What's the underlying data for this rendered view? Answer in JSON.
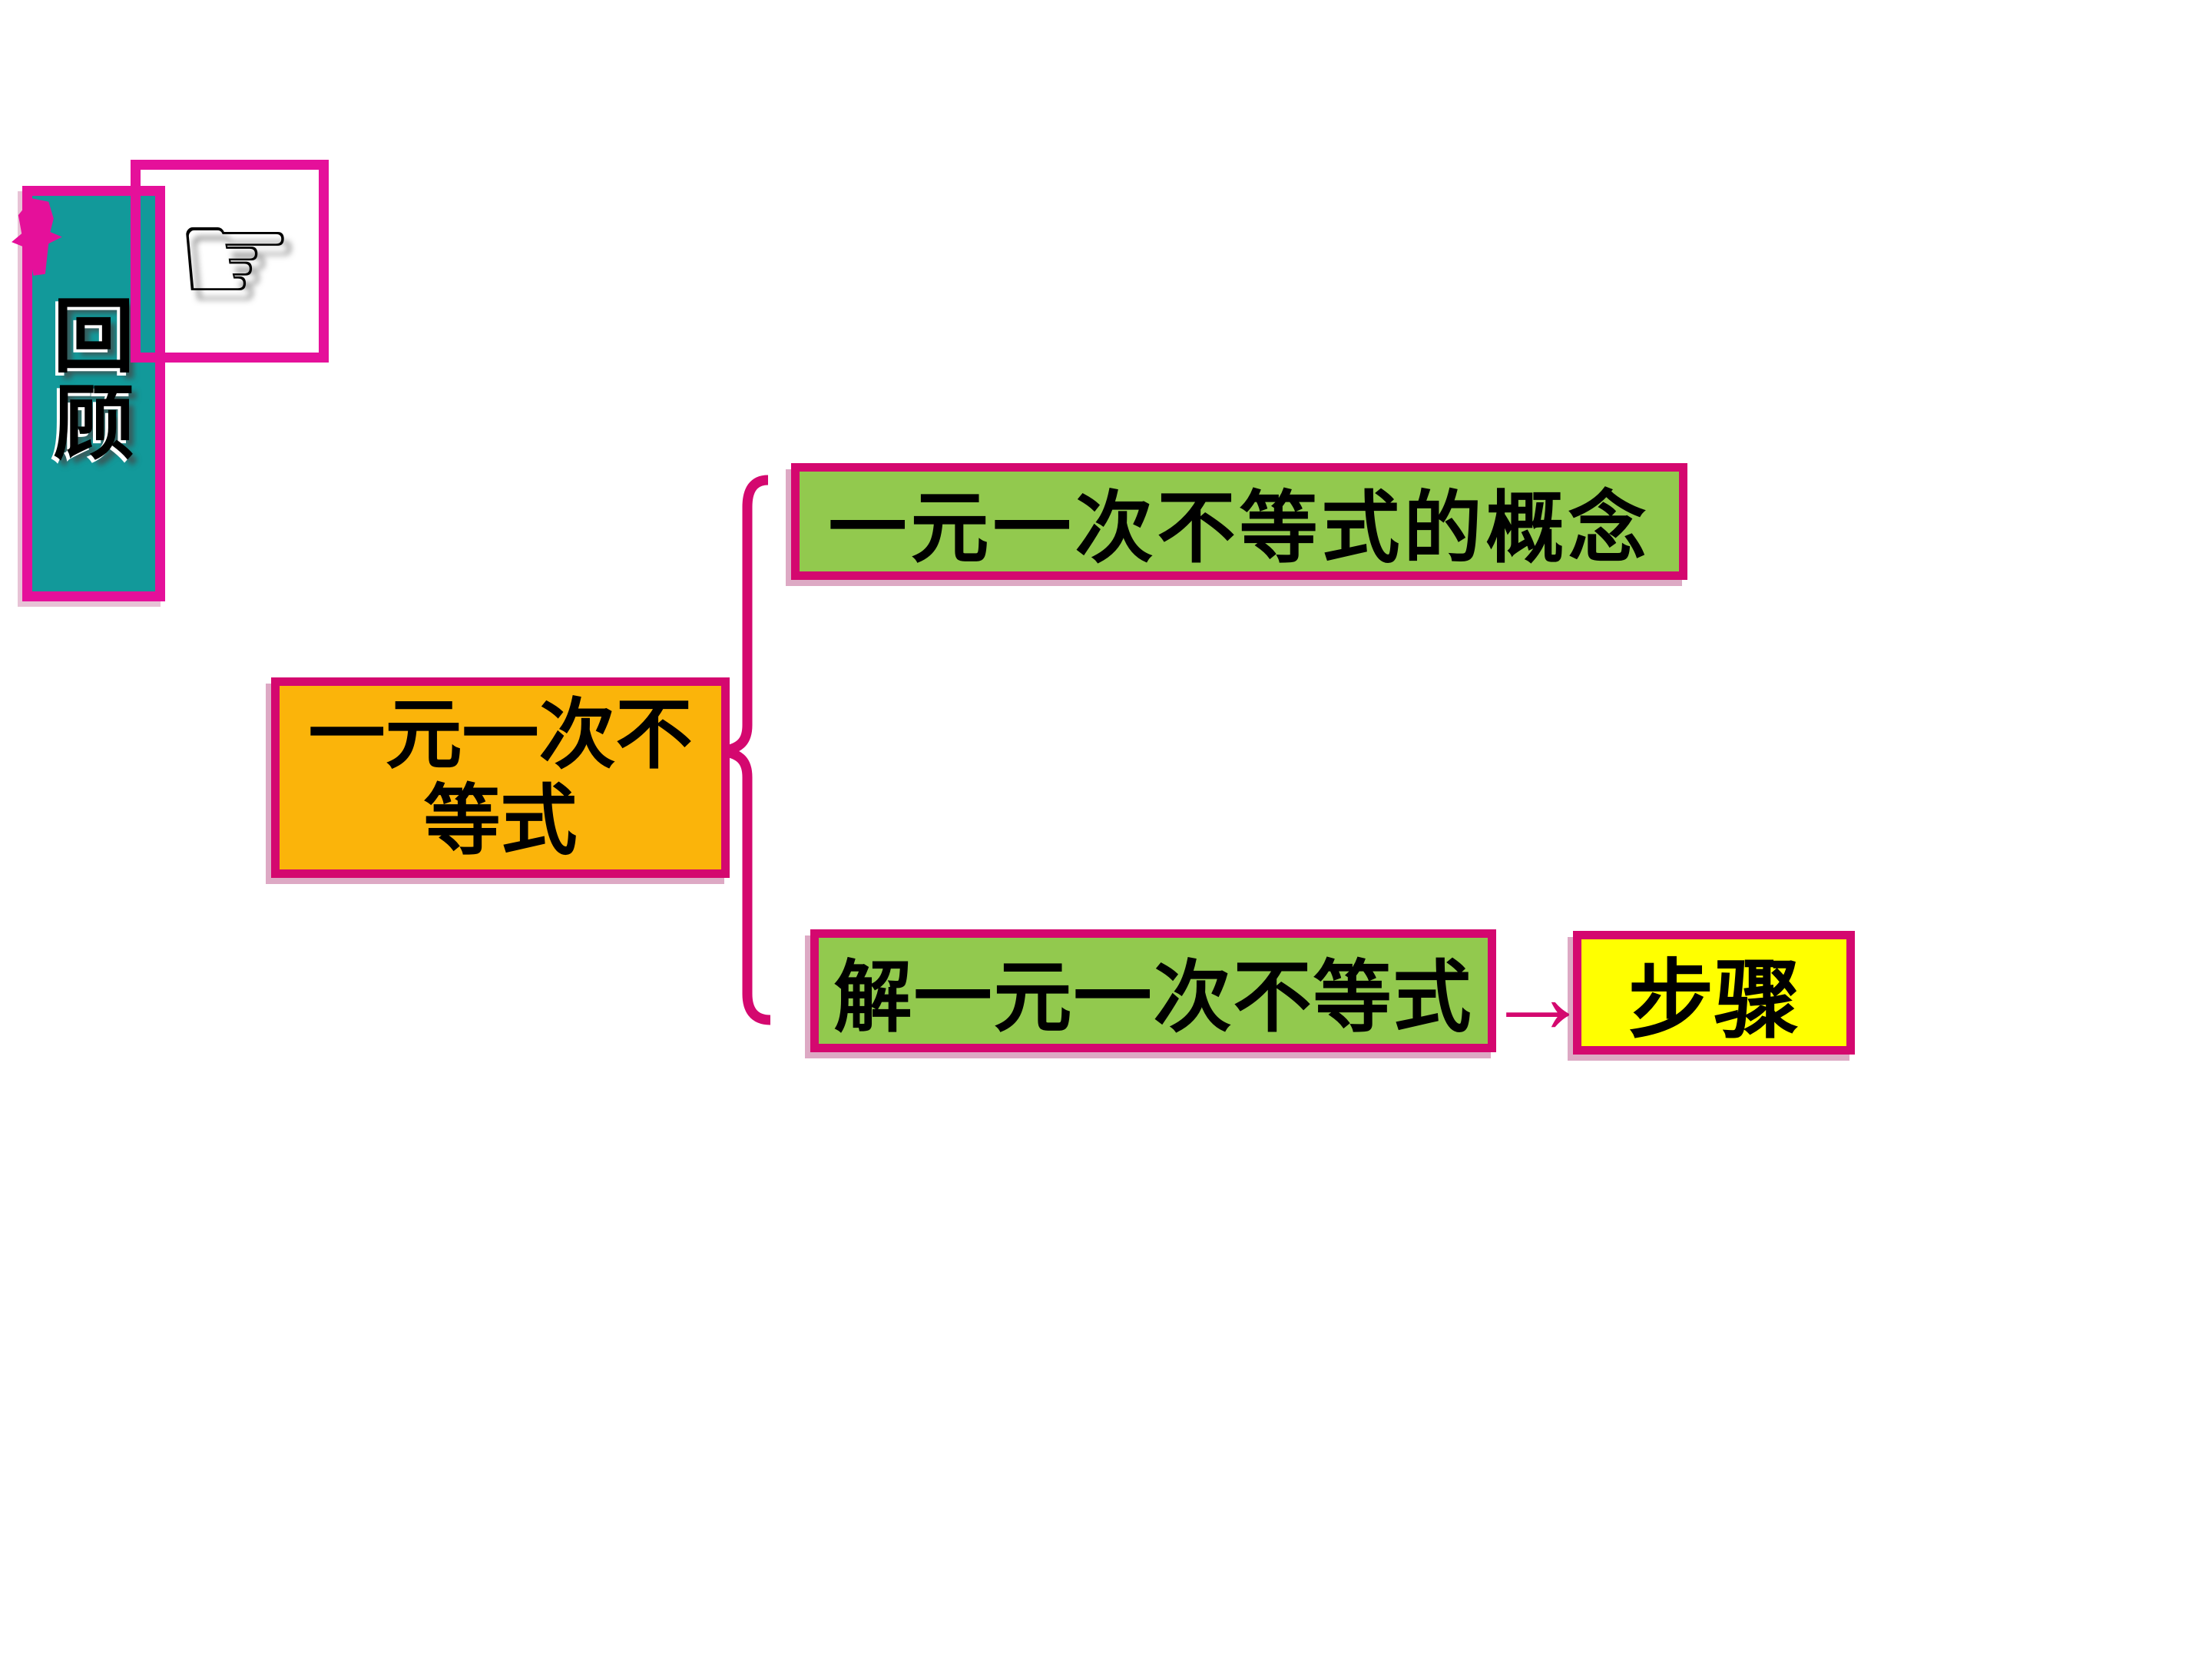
{
  "theme": {
    "bg": "#ffffff",
    "magenta": "#d4086f",
    "magenta-bright": "#e5109a",
    "teal": "#12999a",
    "orange": "#fbb40a",
    "green": "#92c94e",
    "yellow": "#ffff00",
    "ink": "#000000"
  },
  "badge": {
    "chars": [
      "回",
      "顾"
    ],
    "hand_icon": "☞"
  },
  "diagram": {
    "root": {
      "line1": "一元一次不",
      "line2": "等式"
    },
    "branches": [
      {
        "label": "一元一次不等式的概念"
      },
      {
        "label": "解一元一次不等式"
      }
    ],
    "arrow_glyph": "→",
    "steps": {
      "label": "步骤"
    }
  }
}
